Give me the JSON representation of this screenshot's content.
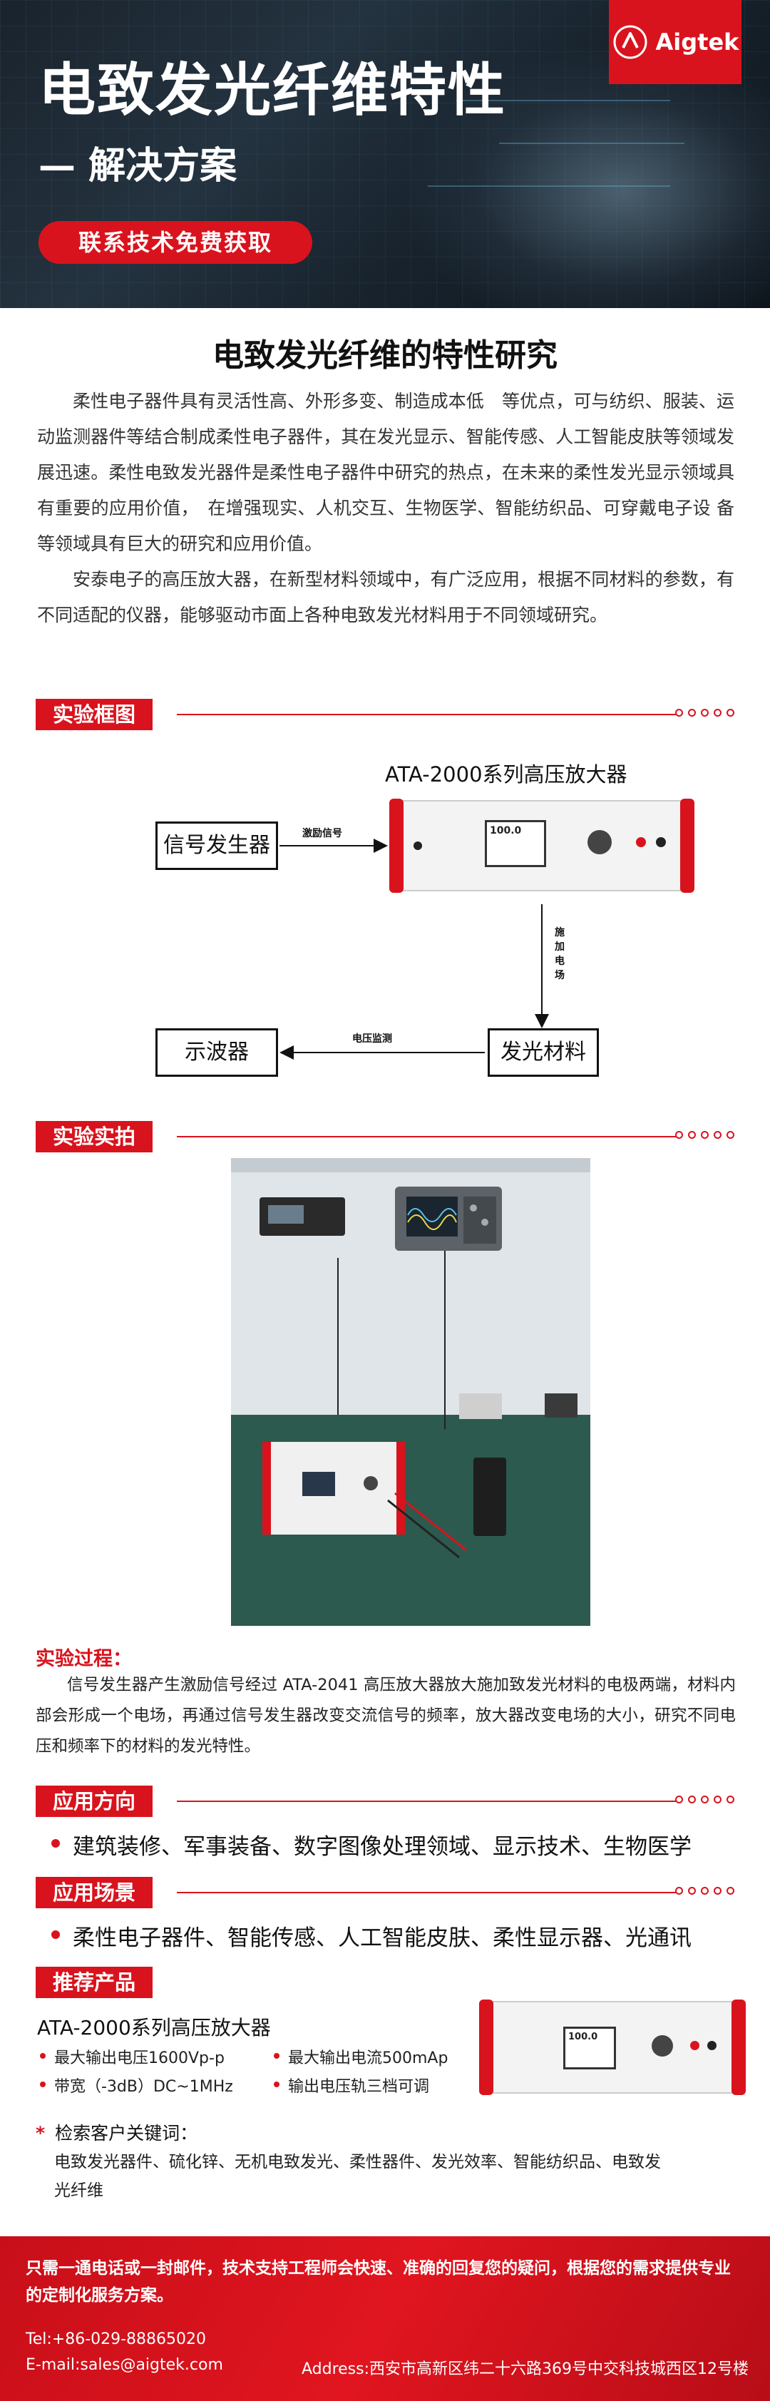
{
  "hero": {
    "title": "电致发光纤维特性",
    "subtitle": "— 解决方案",
    "cta": "联系技术免费获取",
    "logo_text": "Aigtek"
  },
  "intro": {
    "heading": "电致发光纤维的特性研究",
    "p1": "柔性电子器件具有灵活性高、外形多变、制造成本低　等优点，可与纺织、服装、运动监测器件等结合制成柔性电子器件，其在发光显示、智能传感、人工智能皮肤等领域发展迅速。柔性电致发光器件是柔性电子器件中研究的热点，在未来的柔性发光显示领域具有重要的应用价值，　在增强现实、人机交互、生物医学、智能纺织品、可穿戴电子设 备等领域具有巨大的研究和应用价值。",
    "p2": "安泰电子的高压放大器，在新型材料领域中，有广泛应用，根据不同材料的参数，有不同适配的仪器，能够驱动市面上各种电致发光材料用于不同领域研究。"
  },
  "sections": {
    "diagram": "实验框图",
    "photo": "实验实拍",
    "direction": "应用方向",
    "scene": "应用场景",
    "product": "推荐产品"
  },
  "diagram": {
    "amp_title": "ATA-2000系列高压放大器",
    "signal_gen": "信号发生器",
    "oscilloscope": "示波器",
    "material": "发光材料",
    "label_excite": "激励信号",
    "label_field": "施加电场",
    "label_monitor": "电压监测",
    "amp_screen_value": "100.0"
  },
  "process": {
    "title": "实验过程：",
    "text": "信号发生器产生激励信号经过 ATA-2041 高压放大器放大施加致发光材料的电极两端，材料内部会形成一个电场，再通过信号发生器改变交流信号的频率，放大器改变电场的大小，研究不同电压和频率下的材料的发光特性。"
  },
  "application": {
    "direction": "建筑装修、军事装备、数字图像处理领域、显示技术、生物医学",
    "scene": "柔性电子器件、智能传感、人工智能皮肤、柔性显示器、光通讯"
  },
  "product": {
    "name": "ATA-2000系列高压放大器",
    "specs": [
      "最大输出电压1600Vp-p",
      "最大输出电流500mAp",
      "带宽（-3dB）DC~1MHz",
      "输出电压轨三档可调"
    ],
    "keywords_title": "检索客户关键词：",
    "keywords": "电致发光器件、硫化锌、无机电致发光、柔性器件、发光效率、智能纺织品、电致发光纤维"
  },
  "footer": {
    "text": "只需一通电话或一封邮件，技术支持工程师会快速、准确的回复您的疑问，根据您的需求提供专业的定制化服务方案。",
    "tel": "Tel:+86-029-88865020",
    "email": "E-mail:sales@aigtek.com",
    "address": "Address:西安市高新区纬二十六路369号中交科技城西区12号楼"
  },
  "colors": {
    "accent": "#d9131d",
    "hero_bg": "#1e2a34"
  }
}
